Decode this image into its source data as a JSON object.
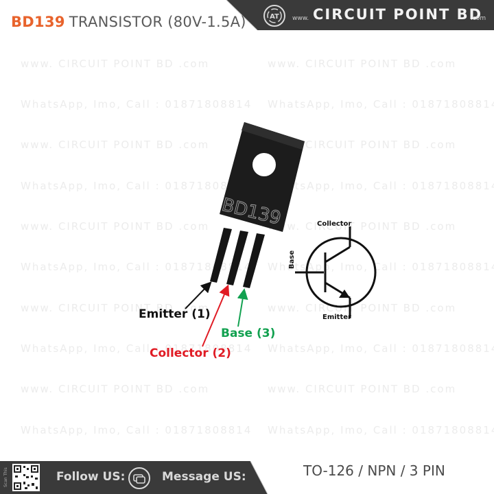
{
  "header": {
    "model": "BD139",
    "title_rest": "TRANSISTOR (80V-1.5A)",
    "brand_www": "www.",
    "brand_name": "CIRCUIT POINT BD",
    "brand_dotcom": ".com",
    "logo_letters": "AT"
  },
  "watermarks": {
    "site": "www. CIRCUIT POINT BD .com",
    "contact": "WhatsApp, Imo, Call : 01871808814"
  },
  "component": {
    "body_text": "BD139"
  },
  "pins": {
    "emitter": "Emitter (1)",
    "collector": "Collector (2)",
    "base": "Base (3)"
  },
  "symbol": {
    "collector": "Collector",
    "base": "Base",
    "emitter": "Emitter"
  },
  "footer": {
    "scan_text": "Scan This",
    "follow_label": "Follow US:",
    "message_label": "Message US:",
    "spec": "TO-126 / NPN / 3 PIN"
  },
  "colors": {
    "accent_orange": "#e8632c",
    "bar_dark": "#3a3a3a",
    "collector_red": "#e01b24",
    "base_green": "#12a150"
  }
}
